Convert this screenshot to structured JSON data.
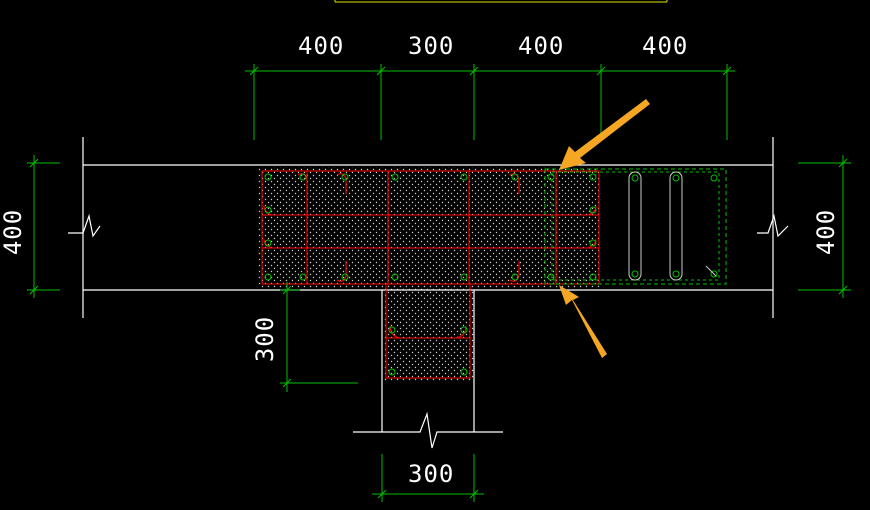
{
  "drawing": {
    "background": "#000000",
    "colors": {
      "outline": "#ffffff",
      "dimension": "#00c000",
      "rebar": "#ff0000",
      "hatch": "#dddddd",
      "dashed_region": "#00c000",
      "arrow": "#f5a623",
      "frame": "#e6e600"
    },
    "top_dimensions": [
      "400",
      "300",
      "400",
      "400"
    ],
    "left_dimension": "400",
    "right_dimension": "400",
    "stem_side_dimension": "300",
    "bottom_dimension": "300"
  }
}
